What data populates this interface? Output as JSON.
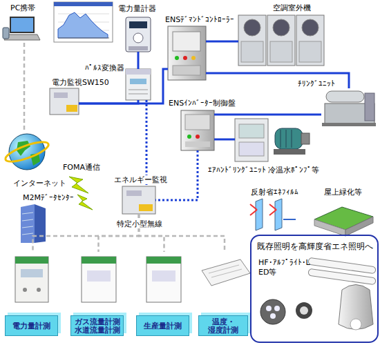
{
  "diagram": {
    "nodes": [
      {
        "text": [
          "PC携帯"
        ]
      },
      {
        "text": [
          "電力量計器"
        ]
      },
      {
        "text": [
          "ENSﾃﾞﾏﾝﾄﾞｺﾝﾄﾛｰﾗｰ"
        ]
      },
      {
        "text": [
          "空調室外機"
        ]
      },
      {
        "text": [
          "ﾊﾟﾙｽ変換器"
        ]
      },
      {
        "text": [
          "電力監視SW150"
        ]
      },
      {
        "text": [
          "ENSｲﾝﾊﾞｰﾀｰ制御盤"
        ]
      },
      {
        "text": [
          "ﾁﾘﾝｸﾞﾕﾆｯﾄ"
        ]
      },
      {
        "text": [
          "ｴｱﾊﾝﾄﾞﾘﾝｸﾞﾕﾆｯﾄ 冷温水ﾎﾟﾝﾌﾟ等"
        ]
      },
      {
        "text": [
          "インターネット"
        ]
      },
      {
        "text": [
          "M2Mﾃﾞｰﾀｾﾝﾀｰ"
        ]
      },
      {
        "text": [
          "エネルギー監視"
        ]
      },
      {
        "text": [
          "電力量計測"
        ]
      },
      {
        "text": [
          "ガス流量計測 水道流量計測"
        ]
      },
      {
        "text": [
          "生産量計測"
        ]
      },
      {
        "text": [
          "温度・湿度計測"
        ]
      },
      {
        "text": [
          "既存照明を高輝度省エネ照明へ",
          "HF・ｱﾙﾌﾟﾗｲﾄ・LED等"
        ]
      }
    ],
    "edges": [
      {
        "from": 1,
        "to": 4,
        "arrow": "none"
      },
      {
        "from": 4,
        "to": 5,
        "arrow": "none"
      },
      {
        "from": 5,
        "to": 2,
        "arrow": "none"
      },
      {
        "from": 2,
        "to": 3,
        "arrow": "none"
      },
      {
        "from": 2,
        "to": 7,
        "arrow": "none"
      },
      {
        "from": 6,
        "to": 7,
        "arrow": "none"
      },
      {
        "from": 6,
        "to": 8,
        "arrow": "none"
      },
      {
        "from": 4,
        "to": 11,
        "arrow": "none"
      },
      {
        "from": 6,
        "to": 11,
        "arrow": "none"
      },
      {
        "from": 0,
        "to": 9,
        "arrow": "none"
      },
      {
        "from": 11,
        "to": 12,
        "arrow": "none"
      },
      {
        "from": 11,
        "to": 13,
        "arrow": "none"
      },
      {
        "from": 11,
        "to": 14,
        "arrow": "none"
      },
      {
        "from": 11,
        "to": 15,
        "arrow": "none"
      }
    ],
    "labels": [
      "FOMA通信",
      "特定小型無線",
      "反射省ｴﾈﾌｨﾙﾑ",
      "屋上緑化等"
    ]
  }
}
